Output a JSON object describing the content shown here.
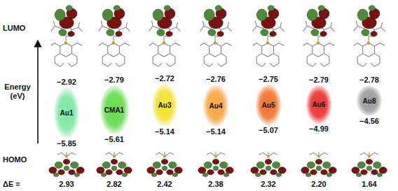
{
  "diagram": {
    "nodes": [
      {
        "text": [
          "Au1"
        ]
      },
      {
        "text": [
          "CMA1"
        ]
      },
      {
        "text": [
          "Au3"
        ]
      },
      {
        "text": [
          "Au4"
        ]
      },
      {
        "text": [
          "Au5"
        ]
      },
      {
        "text": [
          "Au6"
        ]
      },
      {
        "text": [
          "Au8"
        ]
      }
    ],
    "labels": [
      "LUMO",
      "HOMO",
      "Energy (eV)",
      "−2.92",
      "−5.85",
      "−2.79",
      "−5.61",
      "−2.72",
      "−5.14",
      "−2.76",
      "−5.14",
      "−2.75",
      "−5.07",
      "−2.79",
      "−4.99",
      "−2.78",
      "−4.56",
      "ΔE =",
      "2.93",
      "2.82",
      "2.42",
      "2.38",
      "2.32",
      "2.20",
      "1.64"
    ]
  }
}
